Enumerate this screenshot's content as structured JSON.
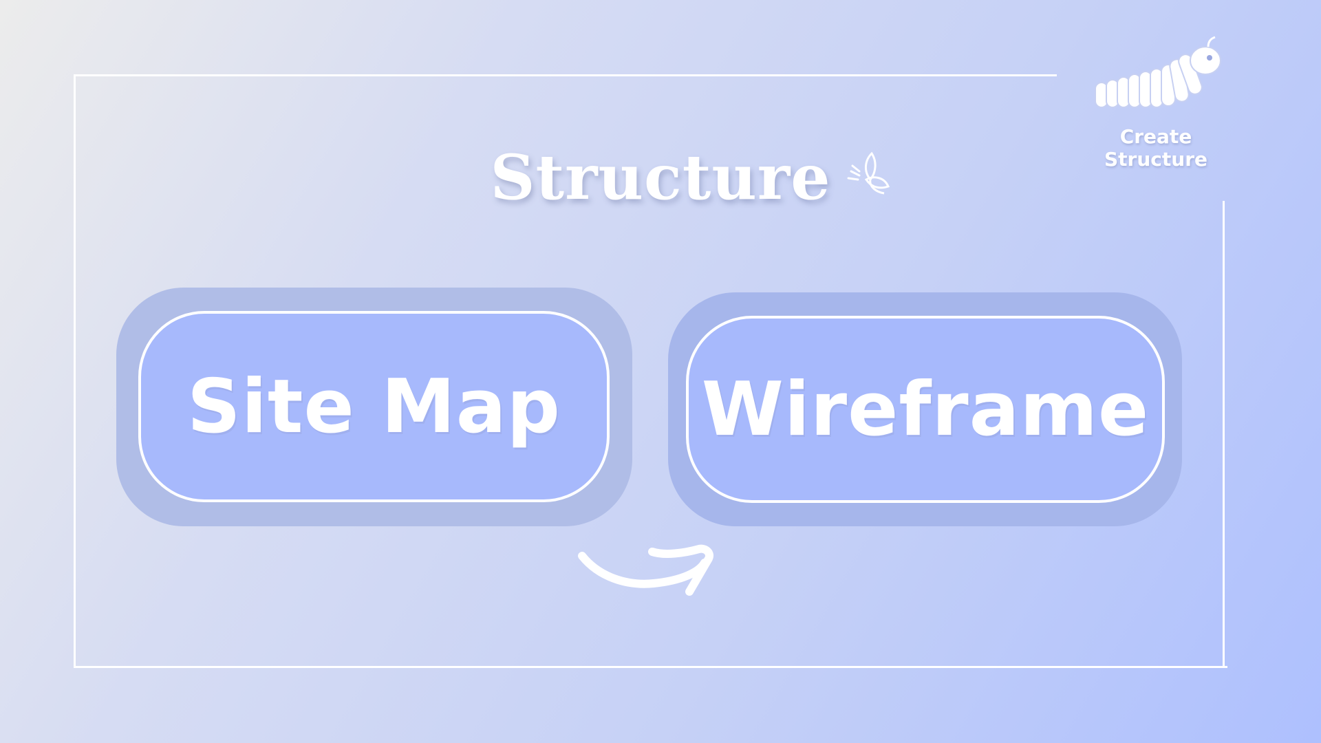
{
  "page": {
    "title": "Structure"
  },
  "brand": {
    "label": "Create Structure",
    "icon": "caterpillar-icon"
  },
  "cards": [
    {
      "label": "Site Map"
    },
    {
      "label": "Wireframe"
    }
  ],
  "icons": {
    "title_decoration": "leaf-icon",
    "connector": "arrow-right-icon"
  },
  "colors": {
    "accent": "#a7b9fc",
    "card_shadow": "#b0bde7",
    "text": "#ffffff"
  }
}
